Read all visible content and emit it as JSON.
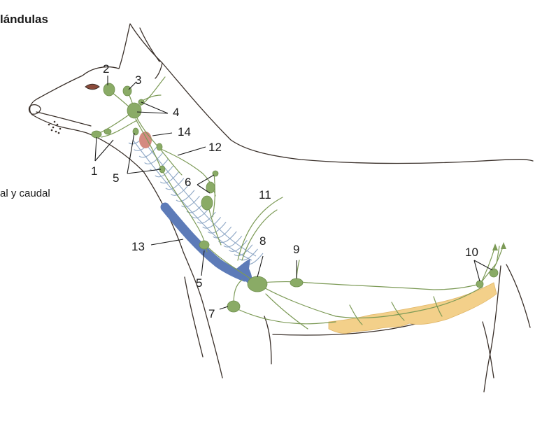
{
  "title": "lándulas",
  "side_text": "al y caudal",
  "labels": {
    "n1": "1",
    "n2": "2",
    "n3": "3",
    "n4": "4",
    "n5a": "5",
    "n5b": "5",
    "n6": "6",
    "n7": "7",
    "n8": "8",
    "n9": "9",
    "n10": "10",
    "n11": "11",
    "n12": "12",
    "n13": "13",
    "n14": "14"
  },
  "colors": {
    "node": "#8aab66",
    "node_stroke": "#6f8f4e",
    "vessel": "#7c9a56",
    "vein": "#5d7bb8",
    "thyroid": "#d48a80",
    "mammary": "#f3d08a",
    "outline": "#3a302a"
  }
}
